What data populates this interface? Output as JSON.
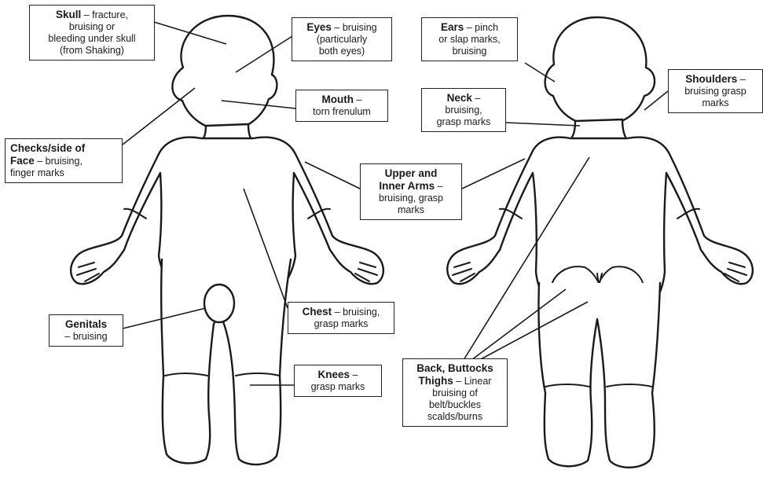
{
  "labels": {
    "skull": {
      "title": "Skull",
      "text_1": " – fracture,",
      "text_2": "bruising or",
      "text_3": "bleeding under skull",
      "text_4": "(from Shaking)"
    },
    "eyes": {
      "title": "Eyes",
      "text_1": " – bruising",
      "text_2": "(particularly",
      "text_3": "both eyes)"
    },
    "ears": {
      "title": "Ears",
      "text_1": " – pinch",
      "text_2": "or slap marks,",
      "text_3": "bruising"
    },
    "shoulders": {
      "title": "Shoulders",
      "text_1": " –",
      "text_2": "bruising grasp",
      "text_3": "marks"
    },
    "mouth": {
      "title": "Mouth",
      "text_1": " –",
      "text_2": "torn frenulum"
    },
    "neck": {
      "title": "Neck",
      "text_1": " –",
      "text_2": "bruising,",
      "text_3": "grasp marks"
    },
    "cheeks": {
      "title_1": "Checks/side of",
      "title_2": "Face",
      "text_1": " – bruising,",
      "text_2": "finger marks"
    },
    "arms": {
      "title_1": "Upper and",
      "title_2": "Inner Arms",
      "text_1": " –",
      "text_2": "bruising, grasp",
      "text_3": "marks"
    },
    "genitals": {
      "title": "Genitals",
      "text_1": "– bruising"
    },
    "chest": {
      "title": "Chest",
      "text_1": " – bruising,",
      "text_2": "grasp marks"
    },
    "knees": {
      "title": "Knees",
      "text_1": " –",
      "text_2": "grasp marks"
    },
    "back": {
      "title_1": "Back, Buttocks",
      "title_2": "Thighs",
      "text_1": " – Linear",
      "text_2": "bruising of",
      "text_3": "belt/buckles",
      "text_4": "scalds/burns"
    }
  }
}
